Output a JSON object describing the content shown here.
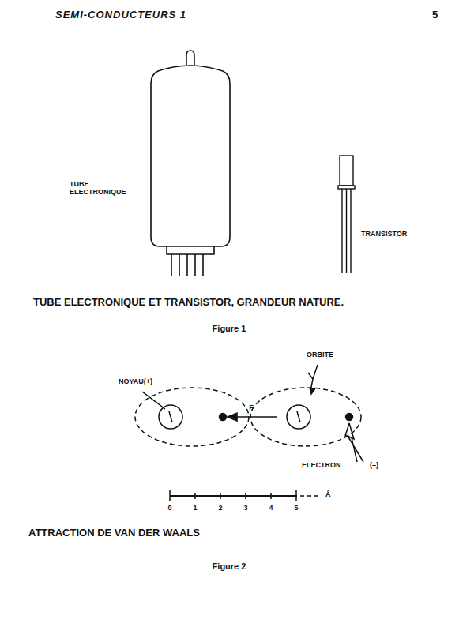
{
  "diagram": {
    "title": "SEMI-CONDUCTEURS 1",
    "labels": [
      "5",
      "TUBE ELECTRONIQUE",
      "TRANSISTOR",
      "TUBE ELECTRONIQUE ET TRANSISTOR, GRANDEUR NATURE.",
      "Figure 1",
      "NOYAU(+)",
      "ORBITE",
      "F",
      "ELECTRON",
      "(–)",
      "0",
      "1",
      "2",
      "3",
      "4",
      "5",
      "Å",
      "ATTRACTION DE VAN DER WAALS",
      "Figure 2"
    ]
  }
}
